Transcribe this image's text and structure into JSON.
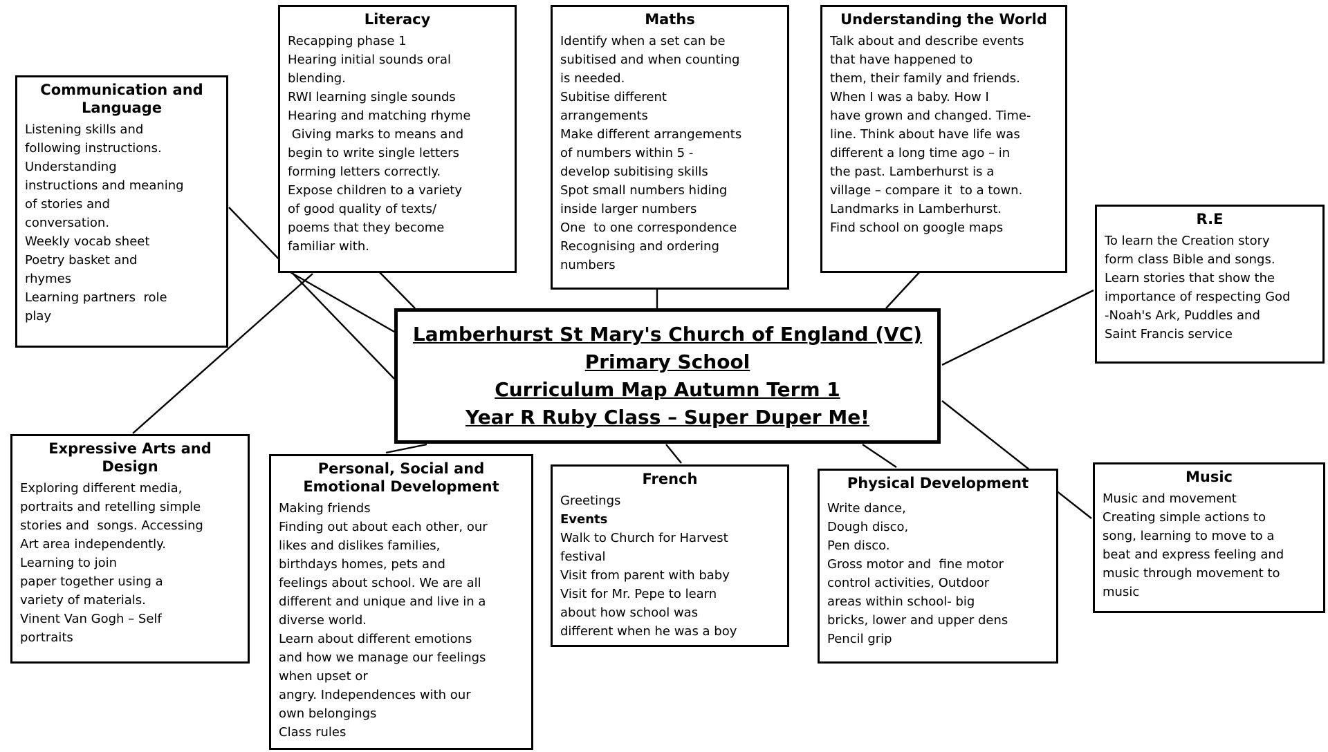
{
  "center": {
    "line1": "Lamberhurst St Mary's Church of England (VC)",
    "line2": "Primary School",
    "line3": "Curriculum Map Autumn Term 1",
    "line4": "Year R Ruby Class – Super Duper Me!"
  },
  "boxes": {
    "literacy": {
      "title": "Literacy",
      "body": "Recapping phase 1\nHearing initial sounds oral\nblending.\nRWI learning single sounds\nHearing and matching rhyme\n Giving marks to means and\nbegin to write single letters\nforming letters correctly.\nExpose children to a variety\nof good quality of texts/\npoems that they become\nfamiliar with."
    },
    "maths": {
      "title": "Maths",
      "body": "Identify when a set can be\nsubitised and when counting\nis needed.\nSubitise different\narrangements\nMake different arrangements\nof numbers within 5 -\ndevelop subitising skills\nSpot small numbers hiding\ninside larger numbers\nOne  to one correspondence\nRecognising and ordering\nnumbers"
    },
    "understanding_world": {
      "title": "Understanding the World",
      "body": "Talk about and describe events\nthat have happened to\nthem, their family and friends.\nWhen I was a baby. How I\nhave grown and changed. Time-\nline. Think about have life was\ndifferent a long time ago – in\nthe past. Lamberhurst is a\nvillage – compare it  to a town.\nLandmarks in Lamberhurst.\nFind school on google maps"
    },
    "re": {
      "title": "R.E",
      "body": "To learn the Creation story\nform class Bible and songs.\nLearn stories that show the\nimportance of respecting God\n-Noah's Ark, Puddles and\nSaint Francis service"
    },
    "communication": {
      "title": "Communication and\nLanguage",
      "body": "Listening skills and\nfollowing instructions.\nUnderstanding\ninstructions and meaning\nof stories and\nconversation.\nWeekly vocab sheet\nPoetry basket and\nrhymes\nLearning partners  role\nplay"
    },
    "expressive_arts": {
      "title": "Expressive Arts and\nDesign",
      "body": "Exploring different media,\nportraits and retelling simple\nstories and  songs. Accessing\nArt area independently.\nLearning to join\npaper together using a\nvariety of materials.\nVinent Van Gogh – Self\nportraits"
    },
    "psed": {
      "title": "Personal, Social and\nEmotional Development",
      "body": "Making friends\nFinding out about each other, our\nlikes and dislikes families,\nbirthdays homes, pets and\nfeelings about school. We are all\ndifferent and unique and live in a\ndiverse world.\nLearn about different emotions\nand how we manage our feelings\nwhen upset or\nangry. Independences with our\nown belongings\nClass rules"
    },
    "french": {
      "title": "French",
      "body_intro": "Greetings",
      "body_events_label": "Events",
      "body_rest": "Walk to Church for Harvest\nfestival\nVisit from parent with baby\nVisit for Mr. Pepe to learn\nabout how school was\ndifferent when he was a boy"
    },
    "physical_development": {
      "title": "Physical Development",
      "body": "Write dance,\nDough disco,\nPen disco.\nGross motor and  fine motor\ncontrol activities, Outdoor\nareas within school- big\nbricks, lower and upper dens\nPencil grip"
    },
    "music": {
      "title": "Music",
      "body": "Music and movement\nCreating simple actions to\nsong, learning to move to a\nbeat and express feeling and\nmusic through movement to\nmusic"
    }
  },
  "colors": {
    "line_color": "#000000",
    "box_border": "#000000",
    "background": "#ffffff"
  }
}
